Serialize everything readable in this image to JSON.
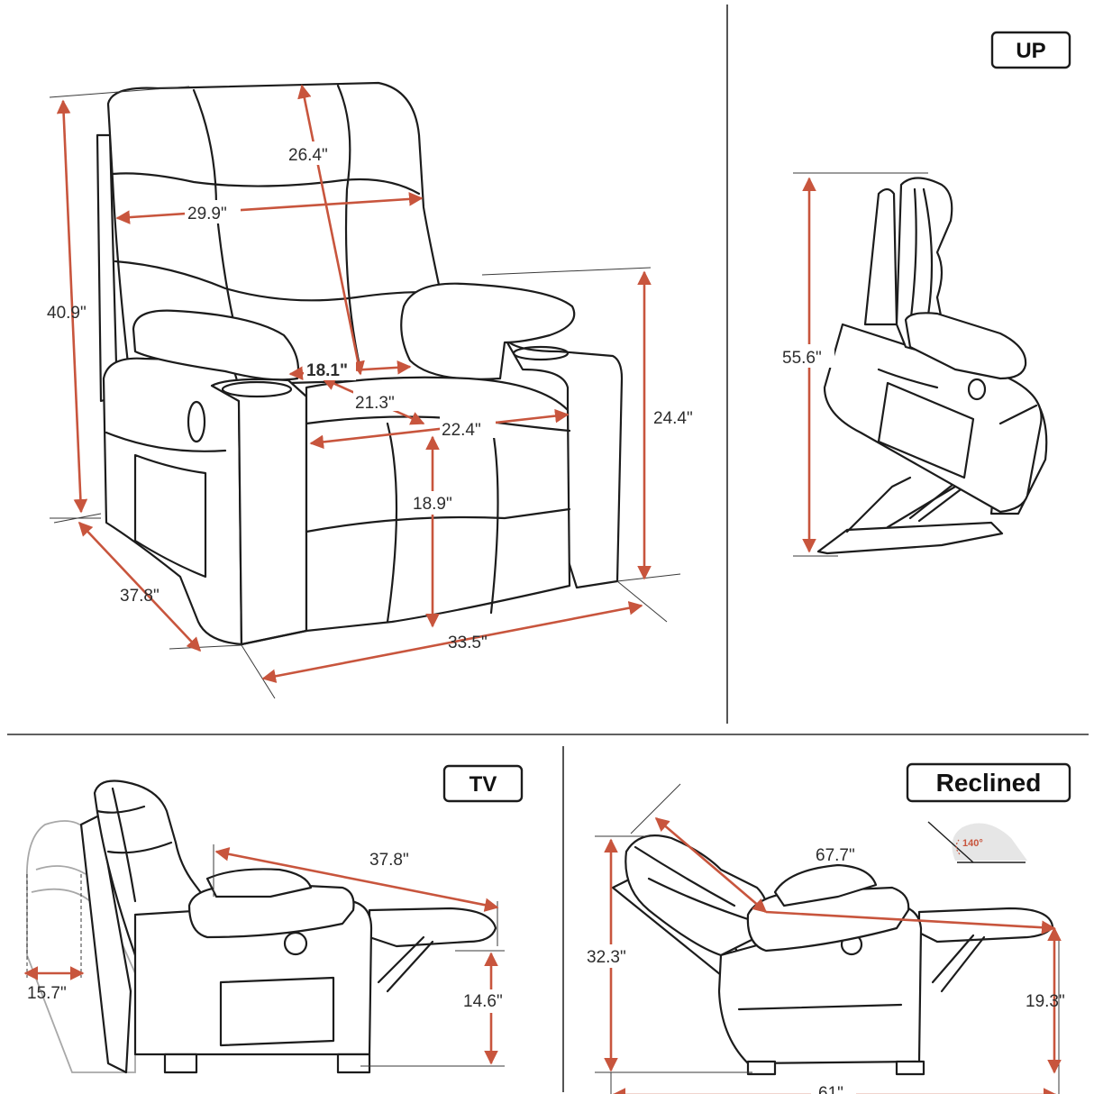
{
  "colors": {
    "dimension": "#c8553d",
    "outline": "#1c1c1c",
    "ghost": "#a8a8a8"
  },
  "panels": {
    "up": {
      "tag": "UP",
      "height": "55.6\""
    },
    "tv": {
      "tag": "TV",
      "footrest_length": "37.8\"",
      "clearance": "15.7\"",
      "footrest_height": "14.6\""
    },
    "reclined": {
      "tag": "Reclined",
      "length": "67.7\"",
      "angle": "140°",
      "height": "32.3\"",
      "depth": "61\"",
      "footrest_height": "19.3\""
    }
  },
  "main": {
    "back_height": "26.4\"",
    "back_width": "29.9\"",
    "overall_height": "40.9\"",
    "seat_depth_back": "18.1\"",
    "seat_depth": "21.3\"",
    "seat_width": "22.4\"",
    "arm_height": "24.4\"",
    "seat_height": "18.9\"",
    "depth": "37.8\"",
    "width": "33.5\""
  }
}
